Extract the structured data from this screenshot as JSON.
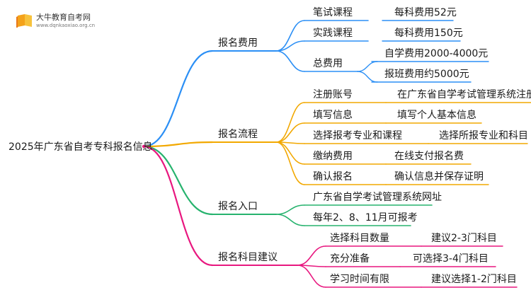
{
  "logo": {
    "title": "大牛教育自考网",
    "subtitle": "www.dqnkaoxiao.org.cn"
  },
  "root": "2025年广东省自考专科报名信息",
  "branches": [
    {
      "label": "报名费用",
      "color": "#2b8ff5",
      "children": [
        {
          "label": "笔试课程",
          "children": [
            {
              "label": "每科费用52元"
            }
          ]
        },
        {
          "label": "实践课程",
          "children": [
            {
              "label": "每科费用150元"
            }
          ]
        },
        {
          "label": "总费用",
          "children": [
            {
              "label": "自学费用2000-4000元"
            },
            {
              "label": "报班费用约5000元"
            }
          ]
        }
      ]
    },
    {
      "label": "报名流程",
      "color": "#f2a800",
      "children": [
        {
          "label": "注册账号",
          "children": [
            {
              "label": "在广东省自学考试管理系统注册"
            }
          ]
        },
        {
          "label": "填写信息",
          "children": [
            {
              "label": "填写个人基本信息"
            }
          ]
        },
        {
          "label": "选择报考专业和课程",
          "children": [
            {
              "label": "选择所报专业和科目"
            }
          ]
        },
        {
          "label": "缴纳费用",
          "children": [
            {
              "label": "在线支付报名费"
            }
          ]
        },
        {
          "label": "确认报名",
          "children": [
            {
              "label": "确认信息并保存证明"
            }
          ]
        }
      ]
    },
    {
      "label": "报名入口",
      "color": "#27b36e",
      "children": [
        {
          "label": "广东省自学考试管理系统网址",
          "children": []
        },
        {
          "label": "每年2、8、11月可报考",
          "children": []
        }
      ]
    },
    {
      "label": "报名科目建议",
      "color": "#e8177f",
      "children": [
        {
          "label": "选择科目数量",
          "children": [
            {
              "label": "建议2-3门科目"
            }
          ]
        },
        {
          "label": "充分准备",
          "children": [
            {
              "label": "可选择3-4门科目"
            }
          ]
        },
        {
          "label": "学习时间有限",
          "children": [
            {
              "label": "建议选择1-2门科目"
            }
          ]
        }
      ]
    }
  ]
}
